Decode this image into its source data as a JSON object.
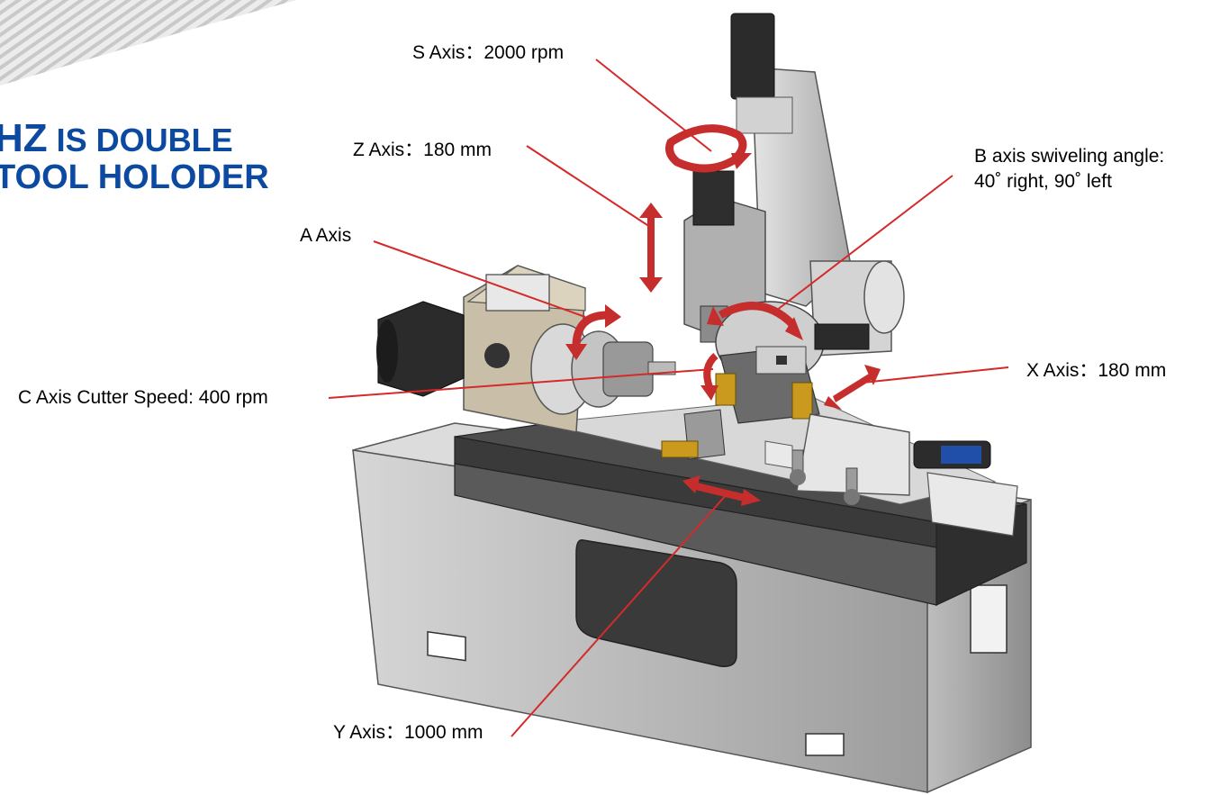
{
  "heading": {
    "line1_big": "HZ",
    "line1_rest": " IS DOUBLE",
    "line2": "TOOL HOLODER"
  },
  "callouts": {
    "s_axis": "S Axis：2000 rpm",
    "z_axis": "Z Axis：180 mm",
    "a_axis": "A Axis",
    "b_axis_line1": "B axis swiveling angle:",
    "b_axis_line2": "40˚ right, 90˚ left",
    "c_axis": "C Axis Cutter Speed: 400 rpm",
    "x_axis": "X Axis：180 mm",
    "y_axis": "Y Axis：1000 mm"
  },
  "colors": {
    "heading": "#0b4aa0",
    "leader_line": "#d42a2a",
    "arrow": "#c62d2d",
    "machine_body": "#b5b5b5",
    "motor": "#2b2b2b",
    "accent_gold": "#c99a1e"
  }
}
